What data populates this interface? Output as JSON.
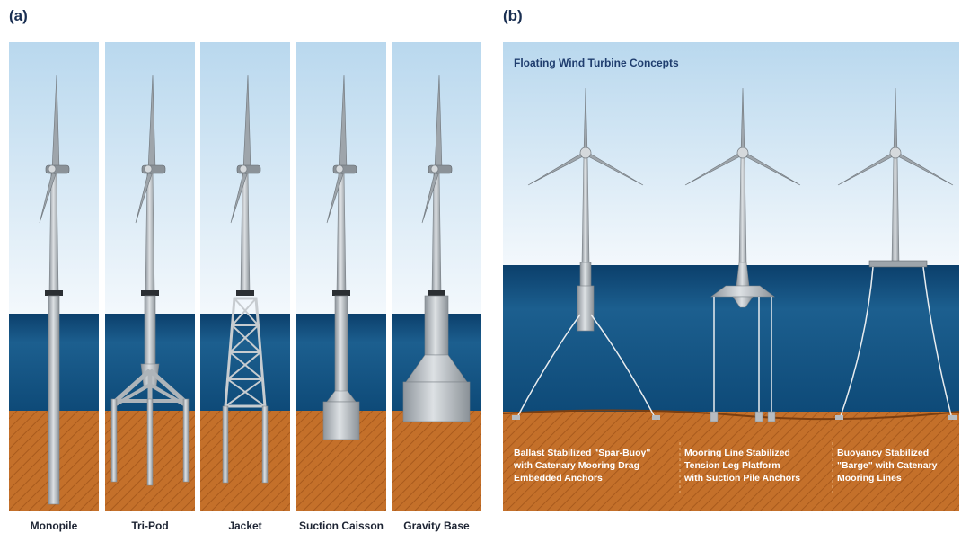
{
  "panel_a": {
    "label": "(a)",
    "foundations": [
      {
        "label": "Monopile"
      },
      {
        "label": "Tri-Pod"
      },
      {
        "label": "Jacket"
      },
      {
        "label": "Suction Caisson"
      },
      {
        "label": "Gravity Base"
      }
    ]
  },
  "panel_b": {
    "label": "(b)",
    "title": "Floating Wind Turbine Concepts",
    "concepts": [
      {
        "lines": [
          "Ballast Stabilized \"Spar-Buoy\"",
          "with Catenary Mooring Drag",
          "Embedded Anchors"
        ]
      },
      {
        "lines": [
          "Mooring Line Stabilized",
          "Tension Leg Platform",
          "with Suction Pile Anchors"
        ]
      },
      {
        "lines": [
          "Buoyancy Stabilized",
          "\"Barge\" with Catenary",
          "Mooring Lines"
        ]
      }
    ]
  },
  "colors": {
    "sky_top": "#b9d8ee",
    "sky_bottom": "#f3f8fc",
    "sea": "#0e4a78",
    "seabed": "#c4702a",
    "steel": "#b7bcc1"
  }
}
